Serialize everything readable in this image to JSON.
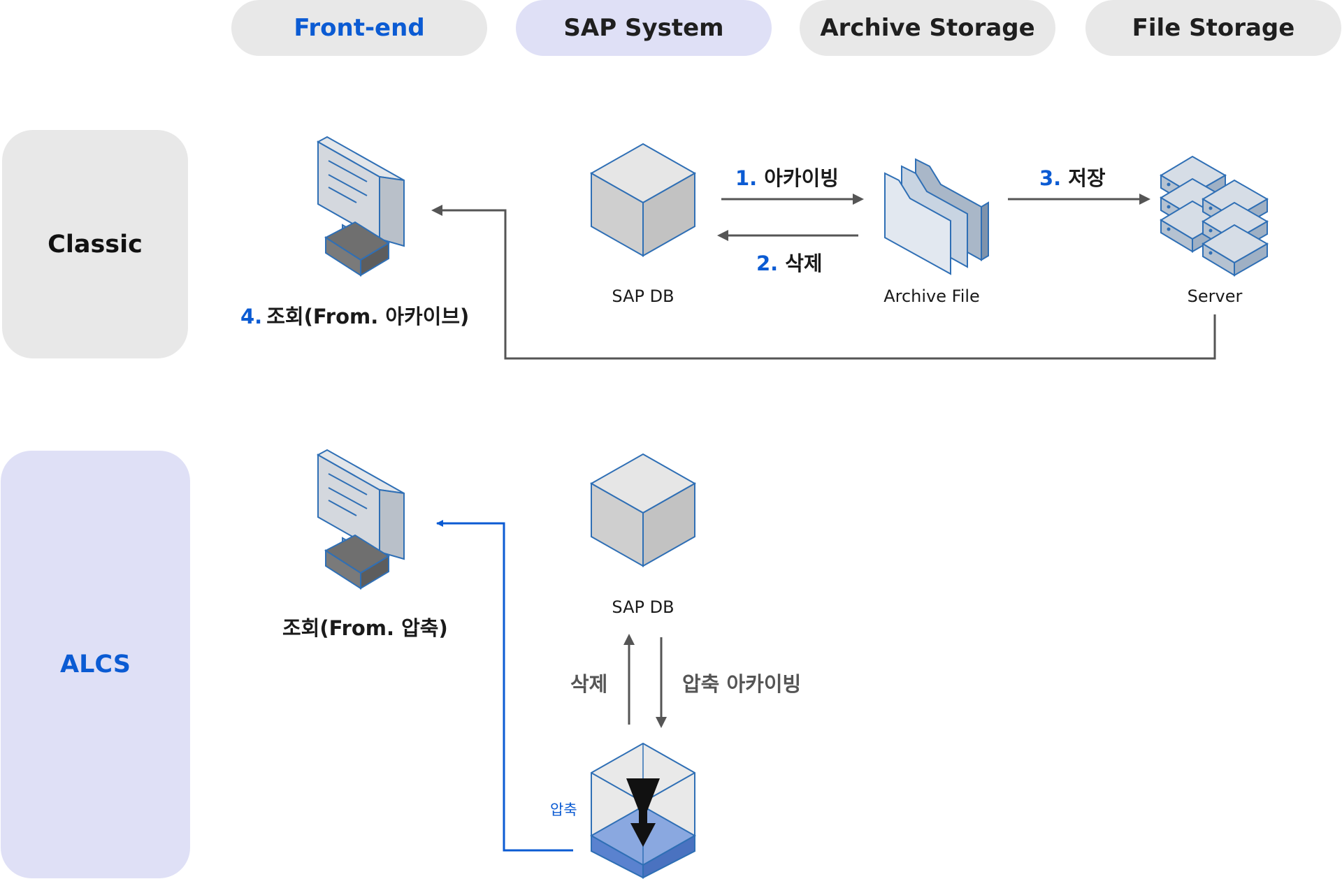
{
  "columns": {
    "frontend": "Front-end",
    "sap": "SAP System",
    "archive": "Archive Storage",
    "file": "File Storage"
  },
  "rows": {
    "classic": "Classic",
    "alcs": "ALCS"
  },
  "classic": {
    "step1_num": "1.",
    "step1_text": "아카이빙",
    "step2_num": "2.",
    "step2_text": "삭제",
    "step3_num": "3.",
    "step3_text": "저장",
    "step4_num": "4.",
    "step4_text": "조회(From. 아카이브)",
    "sapdb_label": "SAP DB",
    "archive_label": "Archive File",
    "server_label": "Server"
  },
  "alcs": {
    "sapdb_label": "SAP DB",
    "query_text": "조회(From. 압축)",
    "delete_text": "삭제",
    "compress_archive_text": "압축 아카이빙",
    "compress_label": "압축"
  },
  "colors": {
    "accent_blue": "#0b5bd3",
    "pill_gray": "#e8e8e8",
    "pill_lavender": "#dfe0f6",
    "arrow_gray": "#555555",
    "icon_stroke": "#2f6fb5"
  }
}
